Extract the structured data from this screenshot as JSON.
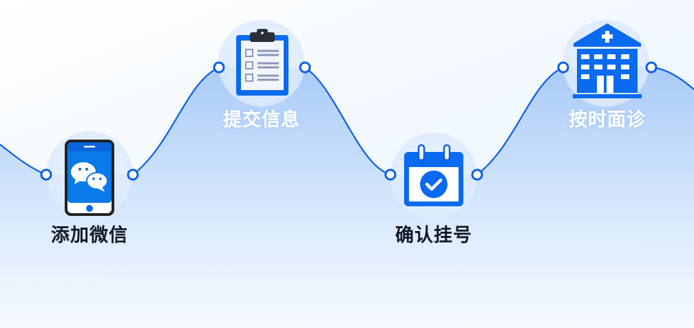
{
  "steps": [
    {
      "label": "添加微信",
      "icon": "wechat-phone-icon"
    },
    {
      "label": "提交信息",
      "icon": "clipboard-checklist-icon"
    },
    {
      "label": "确认挂号",
      "icon": "calendar-check-icon"
    },
    {
      "label": "按时面诊",
      "icon": "hospital-icon"
    }
  ],
  "colors": {
    "accent": "#0a5ee8",
    "icon_blue": "#1070f0",
    "fill_top": "#b6d4fa",
    "label_dark": "#121826",
    "label_light": "#ffffff"
  }
}
